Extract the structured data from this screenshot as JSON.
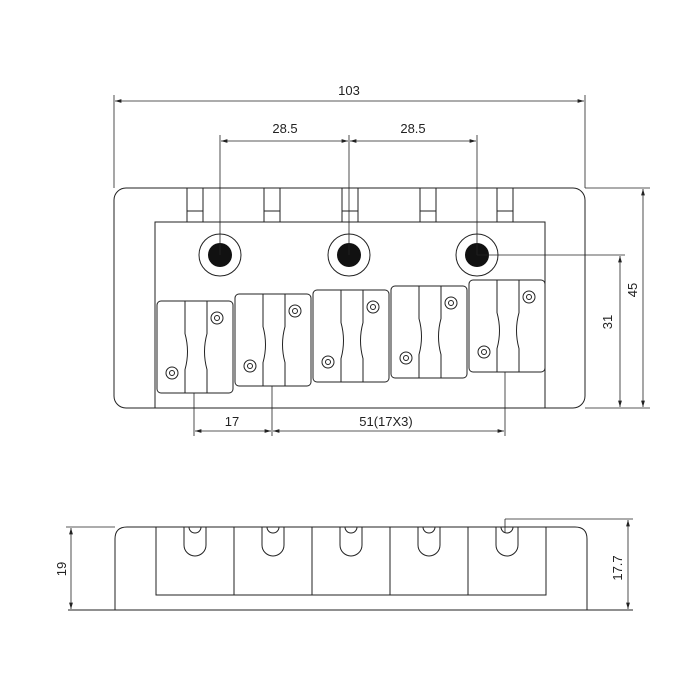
{
  "title": "Bass bridge dimension drawing",
  "dimensions": {
    "overall_width": "103",
    "post_spacing_left": "28.5",
    "post_spacing_right": "28.5",
    "overall_depth": "45",
    "post_to_rear": "31",
    "string_spacing": "17",
    "total_string_spacing": "51(17X3)",
    "overall_height": "19",
    "saddle_height": "17.7"
  },
  "saddle_count": 5,
  "post_count": 3,
  "line_color": "#222222"
}
